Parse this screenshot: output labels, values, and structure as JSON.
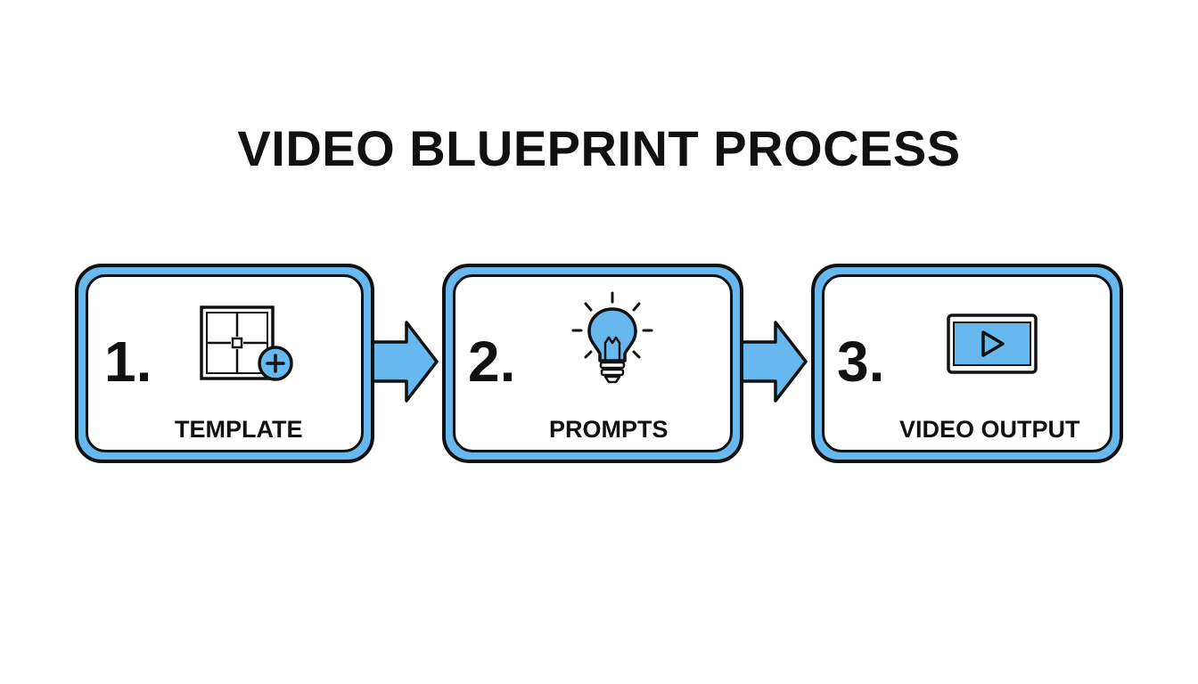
{
  "title": "VIDEO BLUEPRINT PROCESS",
  "colors": {
    "accent": "#67b8ee",
    "outline": "#111111",
    "background": "#ffffff"
  },
  "steps": [
    {
      "number": "1.",
      "label": "TEMPLATE",
      "icon": "template-grid-add-icon"
    },
    {
      "number": "2.",
      "label": "PROMPTS",
      "icon": "lightbulb-icon"
    },
    {
      "number": "3.",
      "label": "VIDEO OUTPUT",
      "icon": "video-play-icon"
    }
  ]
}
